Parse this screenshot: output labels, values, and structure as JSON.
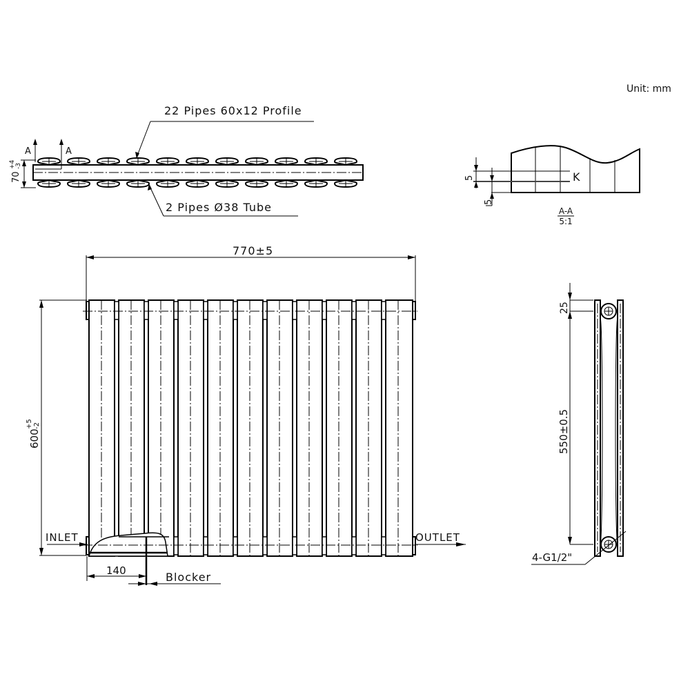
{
  "unit_label": "Unit: mm",
  "top_view": {
    "profile_callout": "22 Pipes 60x12 Profile",
    "tube_callout": "2 Pipes Ø38 Tube",
    "section_marker_left": "A",
    "section_marker_right": "A",
    "depth_dim": "70",
    "depth_tol_upper": "+4",
    "depth_tol_lower": "-3",
    "profile_count_per_row": 11
  },
  "section_view": {
    "dim_top": "5",
    "dim_bottom": "5",
    "weld_label": "K",
    "title": "A-A",
    "scale": "5:1"
  },
  "front_view": {
    "width_dim": "770±5",
    "height_dim": "600",
    "height_tol_upper": "+5",
    "height_tol_lower": "-2",
    "inlet_label": "INLET",
    "outlet_label": "OUTLET",
    "blocker_offset_dim": "140",
    "blocker_label": "Blocker",
    "column_count": 11
  },
  "side_view": {
    "top_offset_dim": "25",
    "center_distance_dim": "550±0.5",
    "connection_label": "4-G1/2\""
  }
}
